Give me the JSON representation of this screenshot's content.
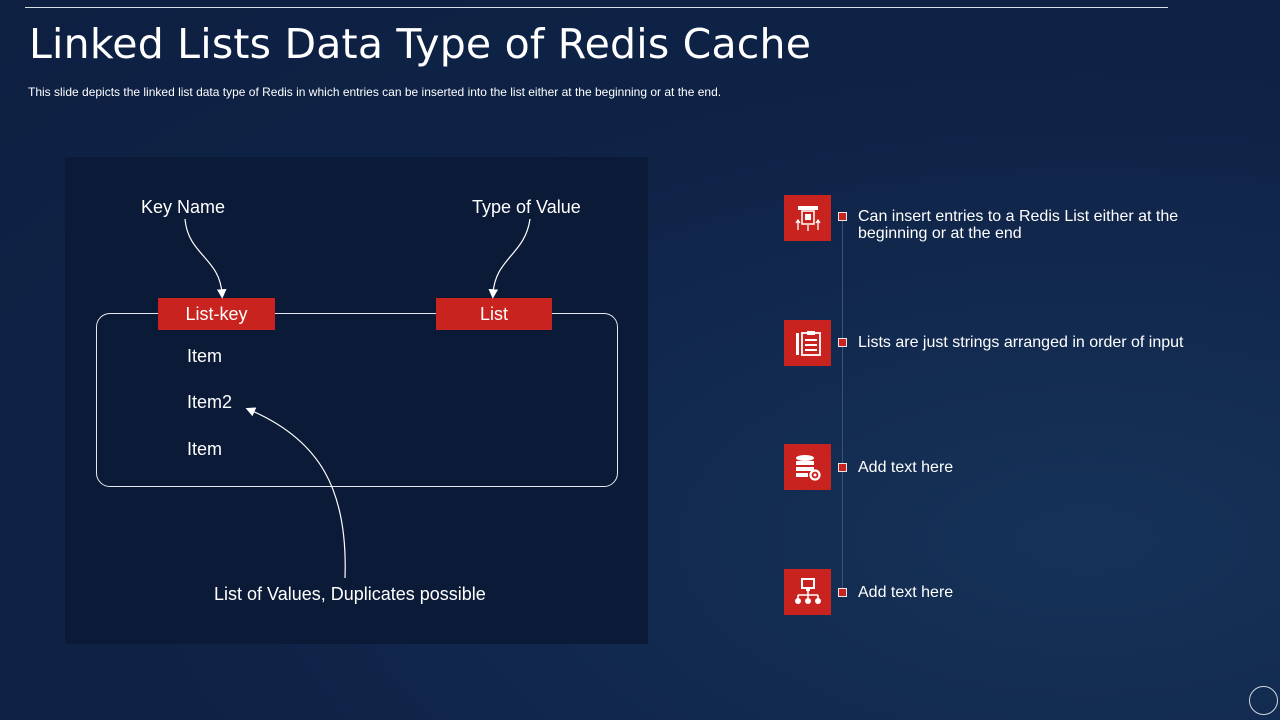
{
  "slide": {
    "title": "Linked Lists Data Type of Redis Cache",
    "subtitle": "This slide depicts the linked list data type of Redis in which entries can be inserted into the list either at the beginning or at the end."
  },
  "diagram": {
    "key_name_label": "Key Name",
    "type_of_value_label": "Type of Value",
    "list_key_tag": "List-key",
    "list_tag": "List",
    "items": [
      "Item",
      "Item2",
      "Item"
    ],
    "footer_label": "List of Values, Duplicates possible"
  },
  "features": [
    {
      "icon": "insert-entries-icon",
      "text": "Can insert entries to a Redis List either at the beginning or at the end"
    },
    {
      "icon": "clipboard-list-icon",
      "text": "Lists are just strings arranged in order of input"
    },
    {
      "icon": "database-gear-icon",
      "text": "Add text here"
    },
    {
      "icon": "network-hierarchy-icon",
      "text": "Add text here"
    }
  ],
  "colors": {
    "background": "#0f2347",
    "panel": "#0b1a36",
    "accent_red": "#c8231f"
  }
}
